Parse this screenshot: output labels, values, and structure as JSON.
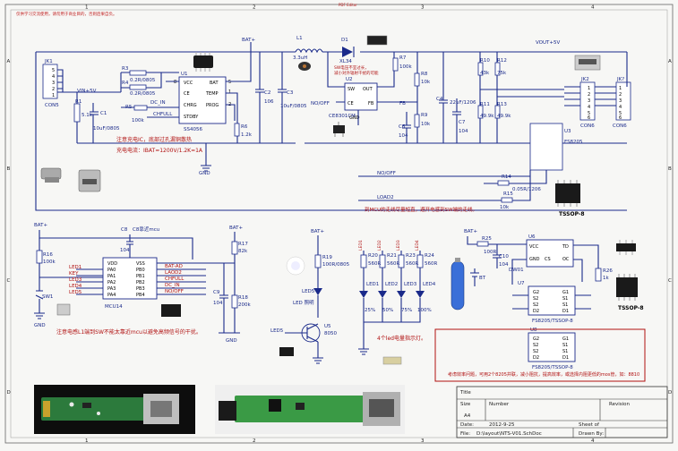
{
  "header": {
    "line1": "仅供学习交流使用，请勿用于商业目的，否则后果自负。",
    "line2": "",
    "line3": ""
  },
  "watermark": {
    "line1": "PDF Editor",
    "line2": "",
    "line3": ""
  },
  "border": {
    "cols": [
      "1",
      "2",
      "3",
      "4"
    ],
    "rows": [
      "A",
      "B",
      "C",
      "D"
    ]
  },
  "connectors": {
    "jk1": {
      "ref": "JK1",
      "name": "CON5",
      "pins": [
        "5",
        "4",
        "3",
        "2",
        "1"
      ]
    },
    "jk2": {
      "ref": "JK2",
      "name": "CON6",
      "pins": [
        "1",
        "2",
        "3",
        "4",
        "5",
        "6"
      ]
    },
    "jk": {
      "ref": "JK?",
      "name": "CON6",
      "pins": [
        "1",
        "2",
        "3",
        "4",
        "5",
        "6"
      ]
    }
  },
  "nets": {
    "bat_top": "BAT+",
    "vin": "VIN+5V",
    "vout": "VOUT+5V",
    "gnd": "GND",
    "no_off": "NO/OFF",
    "no_off2": "NO/OFF",
    "fb": "FB",
    "load2": "LOAD2",
    "bat_left": "BAT+",
    "bat_mid": "BAT+",
    "bat_led": "BAT+",
    "bat_right": "BAT+"
  },
  "charger": {
    "ref": "U1",
    "part": "SS4056",
    "pins_left": [
      "CE",
      "CHRG",
      "STDBY"
    ],
    "pin_vcc": "VCC",
    "pins_right": [
      "BAT",
      "TEMP",
      "PROG"
    ],
    "pin_nums": [
      "8",
      "4",
      "6",
      "7",
      "5",
      "1",
      "2"
    ],
    "parts": {
      "r3": "R3",
      "r3v": "0.2R/0805",
      "r4": "R4",
      "r4v": "0.2R/0805",
      "r5": "R5",
      "r5v": "100k",
      "r6": "R6",
      "r6v": "1.2k",
      "r1": "R1",
      "r1v": "5.1k",
      "c1": "C1",
      "c1v": "10uF/0805",
      "c2": "C2",
      "c2v": "106",
      "dc_in": "DC_IN",
      "chfull": "CHFULL"
    },
    "note1": "注意充电IC，底部过孔漏铜散热",
    "note2": "充电电流：IBAT=1200V/1.2K=1A"
  },
  "boost": {
    "l1": "L1",
    "l1v": "3.3uH",
    "d1": "D1",
    "d1v": "XL34",
    "dnote1": "SW电压不宜过长，",
    "dnote2": "减小对外辐射干扰的可能",
    "u2": "U2",
    "u2part": "CE8301CM",
    "pins": [
      "SW",
      "OUT",
      "CE",
      "GND",
      "FB"
    ],
    "r7": "R7",
    "r7v": "100k",
    "r8": "R8",
    "r8v": "10k",
    "r9": "R9",
    "r9v": "10k",
    "c3": "C3",
    "c3v": "10uF/0805",
    "c4": "C4",
    "c4v": "22uF/1206",
    "c5": "C5",
    "c5v": "22uF/1206",
    "c6": "C6",
    "c6v": "104",
    "c7": "C7",
    "c7v": "104",
    "r10": "R10",
    "r10v": "43k",
    "r11": "R11",
    "r11v": "49.9k",
    "r12": "R12",
    "r12v": "75k",
    "r13": "R13",
    "r13v": "49.9k",
    "r14": "R14",
    "r14v": "0.05R/1206",
    "r15": "R15",
    "r15v": "10k",
    "u3": "U3",
    "u3part": "FS8205",
    "note": "到MCU的走线尽量短直，避开电感到SW端的走线。"
  },
  "mcu": {
    "ref": "MCU14",
    "left_pins": [
      "VDD",
      "PA0",
      "PA1",
      "PA2",
      "PA3",
      "PA4"
    ],
    "right_pins": [
      "VSS",
      "PB0",
      "PB1",
      "PB2",
      "PB3",
      "PB4"
    ],
    "left_nets": [
      "LED1",
      "KEY",
      "LED3",
      "LED4",
      "LED5"
    ],
    "right_nets": [
      "BAT-AD",
      "LAOD2",
      "CHFULL",
      "DC_IN",
      "NO/OFF"
    ],
    "c8": "C8",
    "c8v": "104",
    "c8note": "C8靠近mcu",
    "r16": "R16",
    "r16v": "100k",
    "sw1": "SW1",
    "c9": "C9",
    "c9v": "104",
    "r17": "R17",
    "r17v": "82k",
    "r18": "R18",
    "r18v": "200k",
    "note": "注意电感L1端到SW不能太靠近mcu以避免高频信号的干扰。"
  },
  "led_section": {
    "r19": "R19",
    "r19v": "100R/0805",
    "led5": "LED5",
    "led_label": "LED 照明",
    "q": "U5",
    "qv": "8050",
    "q_net": "LED5",
    "leds": [
      "LED1",
      "LED2",
      "LED3",
      "LED4"
    ],
    "resistors": [
      "R20",
      "R21",
      "R23",
      "R24"
    ],
    "rvals": [
      "560R",
      "560R",
      "560R",
      "560R"
    ],
    "pcts": [
      "25%",
      "50%",
      "75%",
      "100%"
    ],
    "note": "4个led电量指示灯。"
  },
  "protection": {
    "r25": "R25",
    "r25v": "100R",
    "c10": "C10",
    "c10v": "104",
    "u6": "U6",
    "u6pins": [
      "VCC",
      "TD",
      "GND",
      "OC",
      "CS"
    ],
    "u6part": "DW01",
    "r26": "R26",
    "r26v": "1k",
    "bt": "BT",
    "u7": "U7",
    "u7part": "FS8205/TSSOP-8",
    "u8": "U8",
    "u8part": "FS8205/TSSOP-8",
    "gpins": [
      "G1",
      "S1",
      "S1",
      "D1"
    ],
    "gpins2": [
      "G2",
      "S2",
      "S2",
      "D2"
    ],
    "tssop1": "TSSOP-8",
    "tssop2": "TSSOP-8",
    "note": "考虑效率问题，可用2个8205并联，减小阻抗，提高效率，或选择内阻更低的mos管，如：8810"
  },
  "title_block": {
    "title_label": "Title",
    "size_label": "Size",
    "size": "A4",
    "number_label": "Number",
    "revision_label": "Revision",
    "date_label": "Date:",
    "date": "2012-9-25",
    "file_label": "File:",
    "file": "D:\\layout\\NTS-V01.SchDoc",
    "sheet_label": "Sheet of",
    "drawn_label": "Drawn By:"
  }
}
